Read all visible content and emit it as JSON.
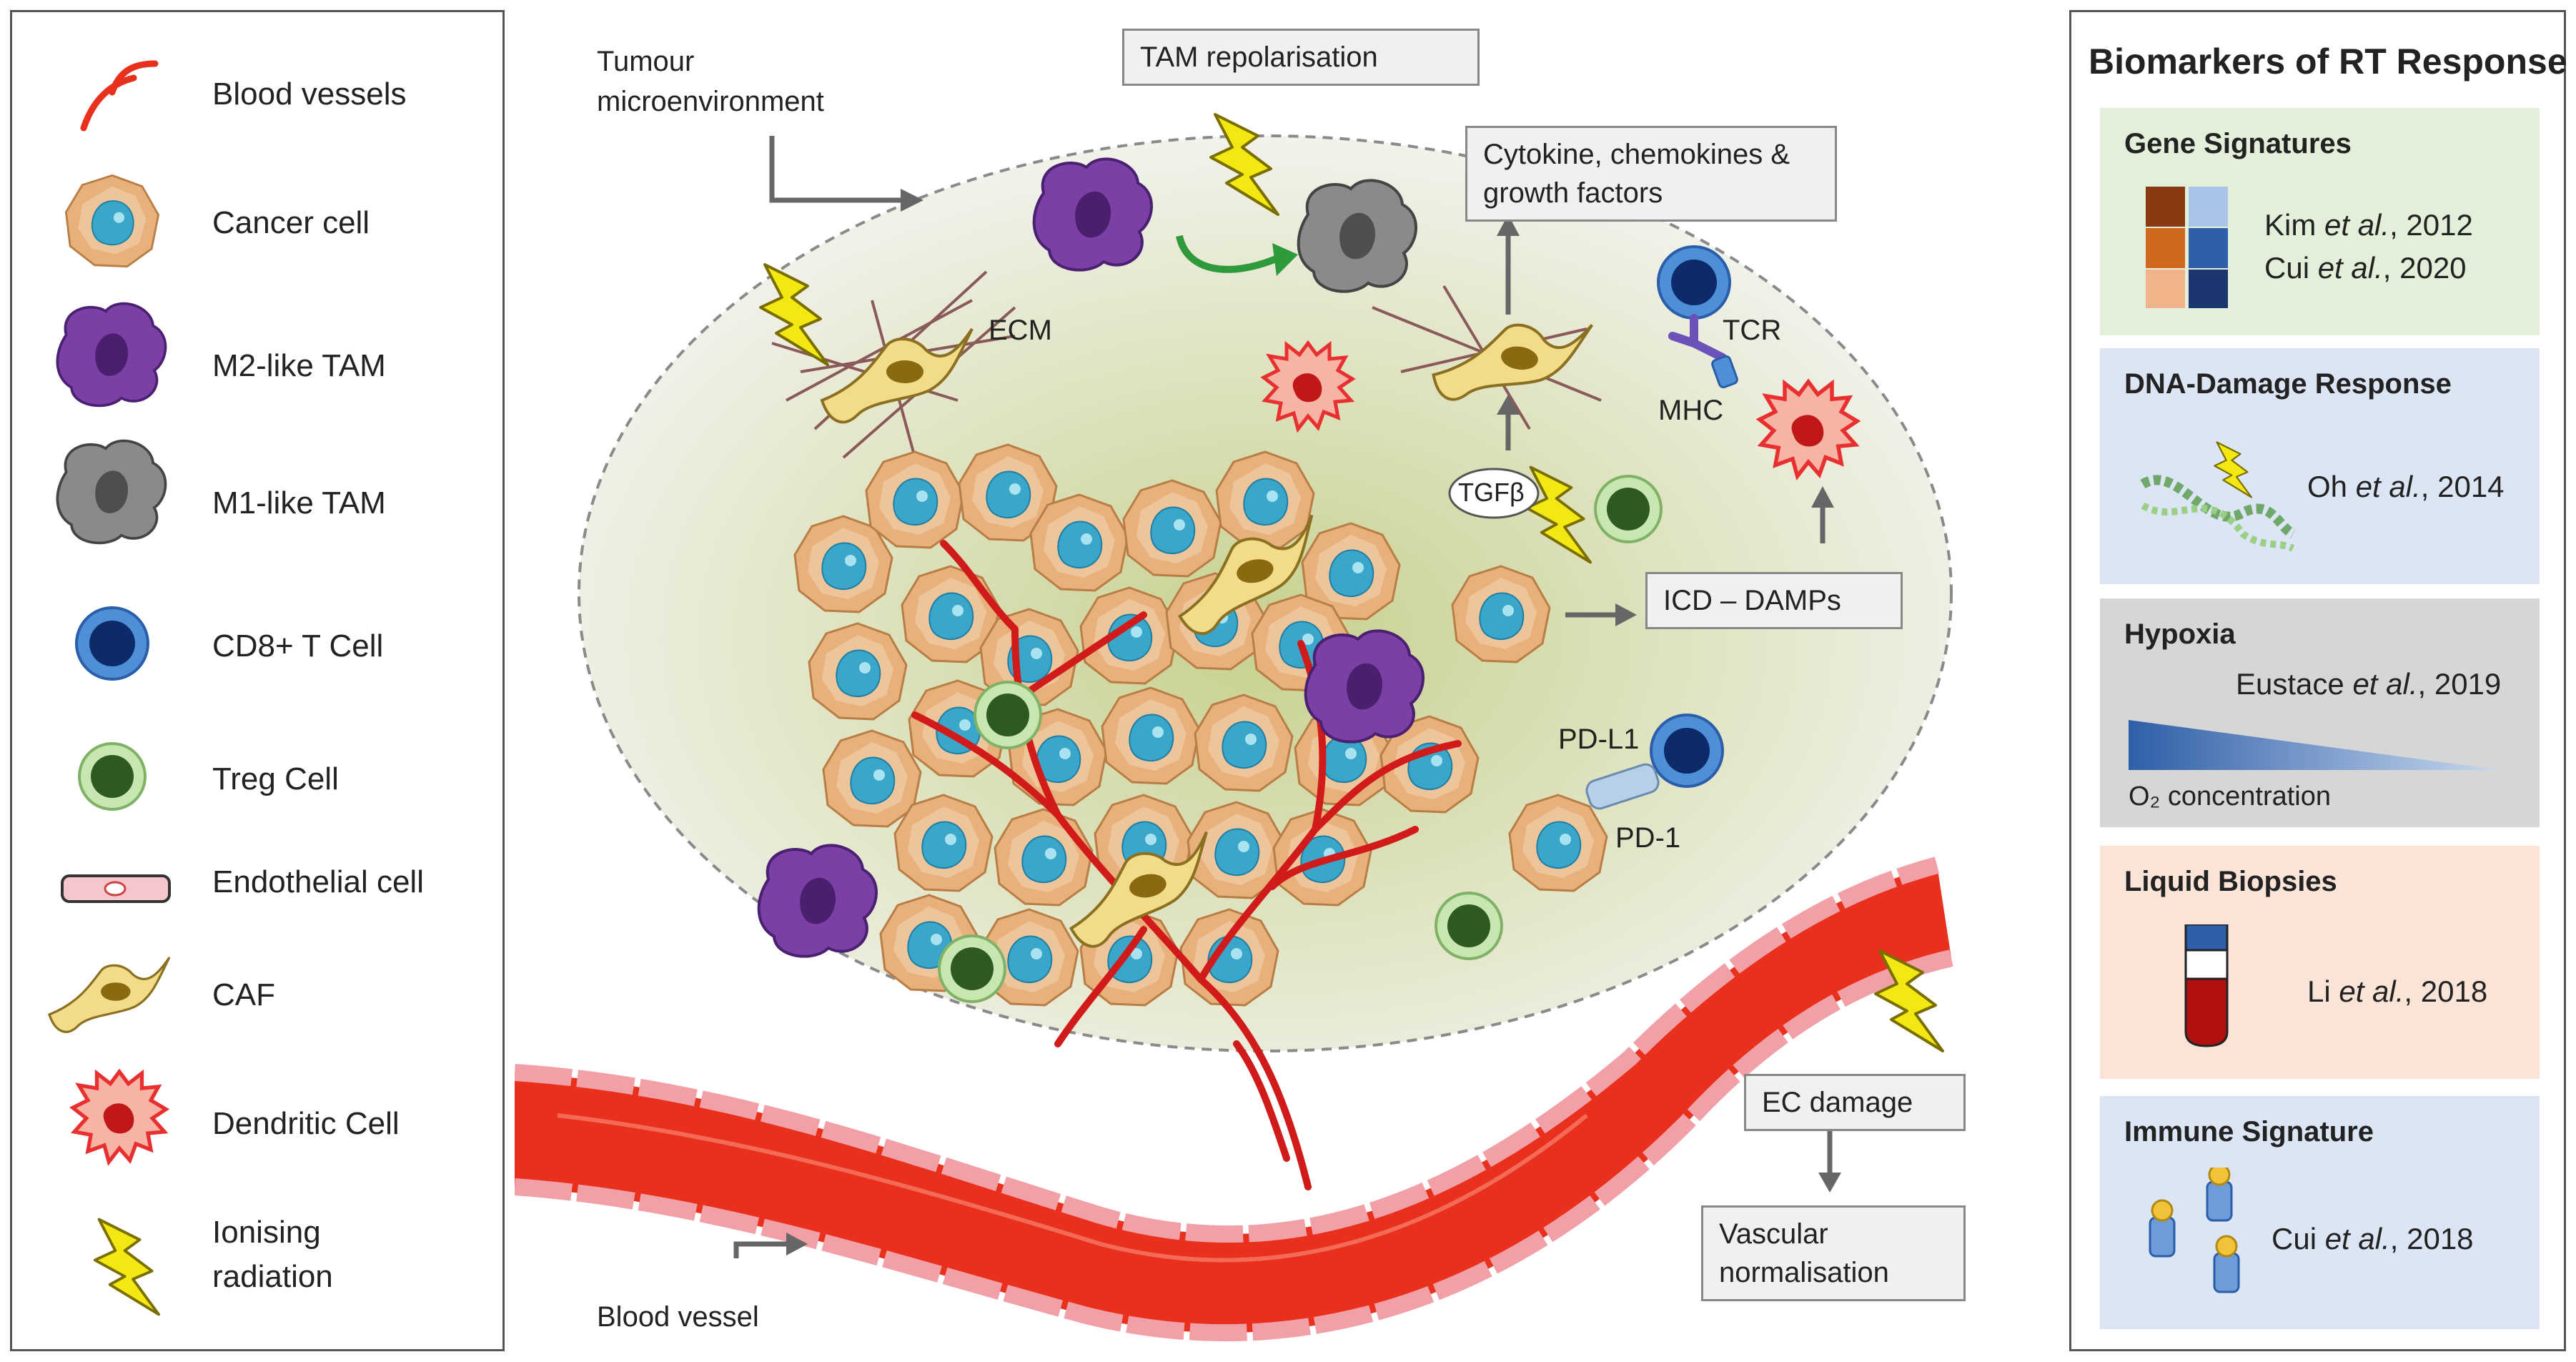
{
  "legend": {
    "items": [
      {
        "label": "Blood vessels",
        "icon": "blood-vessel-icon"
      },
      {
        "label": "Cancer cell",
        "icon": "cancer-cell-icon"
      },
      {
        "label": "M2-like TAM",
        "icon": "m2-tam-icon"
      },
      {
        "label": "M1-like TAM",
        "icon": "m1-tam-icon"
      },
      {
        "label": "CD8+ T Cell",
        "icon": "cd8-t-cell-icon"
      },
      {
        "label": "Treg Cell",
        "icon": "treg-cell-icon"
      },
      {
        "label": "Endothelial cell",
        "icon": "endothelial-cell-icon"
      },
      {
        "label": "CAF",
        "icon": "caf-icon"
      },
      {
        "label": "Dendritic Cell",
        "icon": "dendritic-cell-icon"
      },
      {
        "label": "Ionising radiation",
        "icon": "lightning-icon"
      }
    ]
  },
  "diagram": {
    "tumour_label": "Tumour microenvironment",
    "tam_box": "TAM repolarisation",
    "cytokine_box": "Cytokine, chemokines & growth factors",
    "ecm": "ECM",
    "tcr": "TCR",
    "mhc": "MHC",
    "tgfb": "TGFβ",
    "icd_box": "ICD – DAMPs",
    "pdl1": "PD-L1",
    "pd1": "PD-1",
    "ec_damage_box": "EC damage",
    "vascular_box": "Vascular normalisation",
    "blood_vessel_label": "Blood vessel"
  },
  "biomarkers": {
    "title": "Biomarkers of RT Response",
    "cards": [
      {
        "title": "Gene Signatures",
        "refs": [
          "Kim et al., 2012",
          "Cui et al., 2020"
        ],
        "bg": "#e3efd9"
      },
      {
        "title": "DNA-Damage Response",
        "refs": [
          "Oh et al., 2014"
        ],
        "bg": "#dbe5f3"
      },
      {
        "title": "Hypoxia",
        "refs": [
          "Eustace et al., 2019"
        ],
        "axis": "O₂ concentration",
        "bg": "#d6d6d6"
      },
      {
        "title": "Liquid Biopsies",
        "refs": [
          "Li et al., 2018"
        ],
        "bg": "#fae3d7"
      },
      {
        "title": "Immune Signature",
        "refs": [
          "Cui et al., 2018"
        ],
        "bg": "#dbe5f3"
      }
    ]
  },
  "colors": {
    "vessel": "#e8301c",
    "cancer_outer": "#e8b07a",
    "cancer_nucleus": "#3aa6c9",
    "m2": "#7b3fa6",
    "m1": "#8a8a8a",
    "cd8": "#0d2b6b",
    "treg": "#2e5a1f",
    "caf": "#f2dc8a",
    "dendritic": "#e83030",
    "lightning": "#f4e812"
  }
}
